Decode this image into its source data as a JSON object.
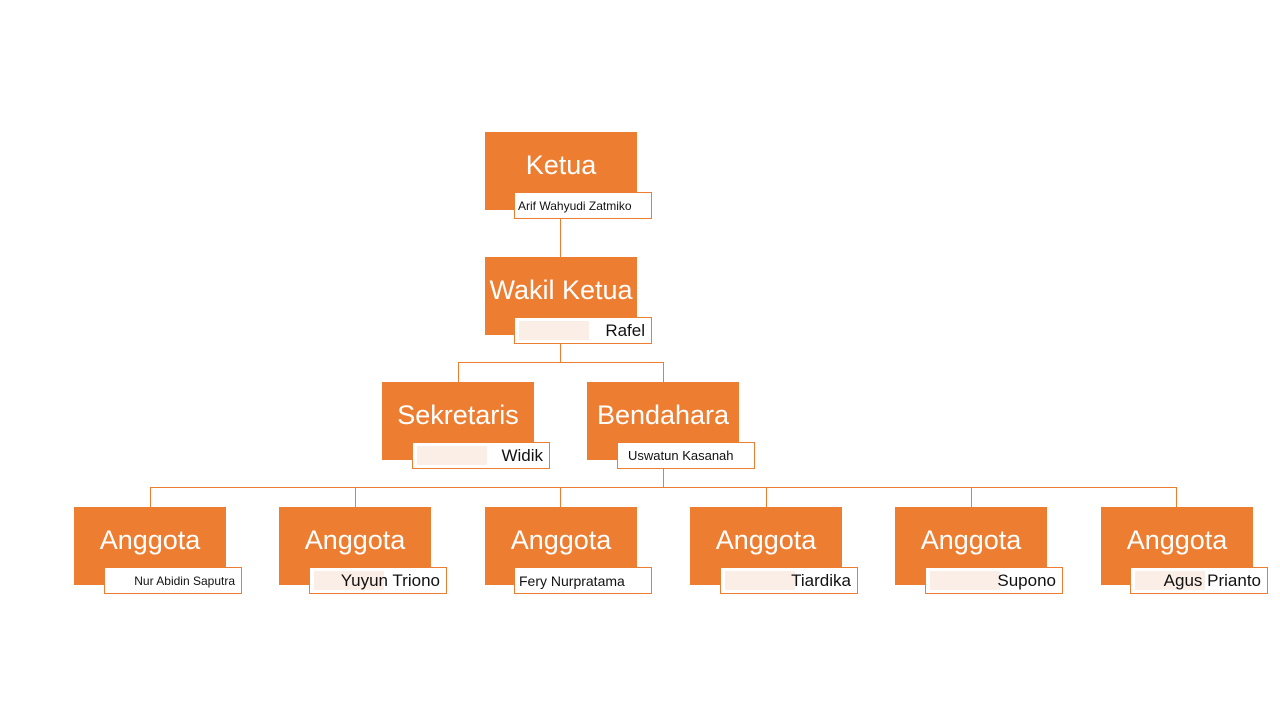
{
  "chart": {
    "level1": [
      {
        "title": "Ketua",
        "name": "Arif Wahyudi Zatmiko"
      }
    ],
    "level2": [
      {
        "title": "Wakil Ketua",
        "name": "Rafel"
      }
    ],
    "level3": [
      {
        "title": "Sekretaris",
        "name": "Widik"
      },
      {
        "title": "Bendahara",
        "name": "Uswatun Kasanah"
      }
    ],
    "level4": [
      {
        "title": "Anggota",
        "name": "Nur Abidin Saputra"
      },
      {
        "title": "Anggota",
        "name": "Yuyun Triono"
      },
      {
        "title": "Anggota",
        "name": "Fery Nurpratama"
      },
      {
        "title": "Anggota",
        "name": "Tiardika"
      },
      {
        "title": "Anggota",
        "name": "Supono"
      },
      {
        "title": "Anggota",
        "name": "Agus Prianto"
      }
    ]
  },
  "colors": {
    "box": "#ed7d31",
    "box_text": "#ffffff",
    "tag_border": "#ed7d31"
  }
}
